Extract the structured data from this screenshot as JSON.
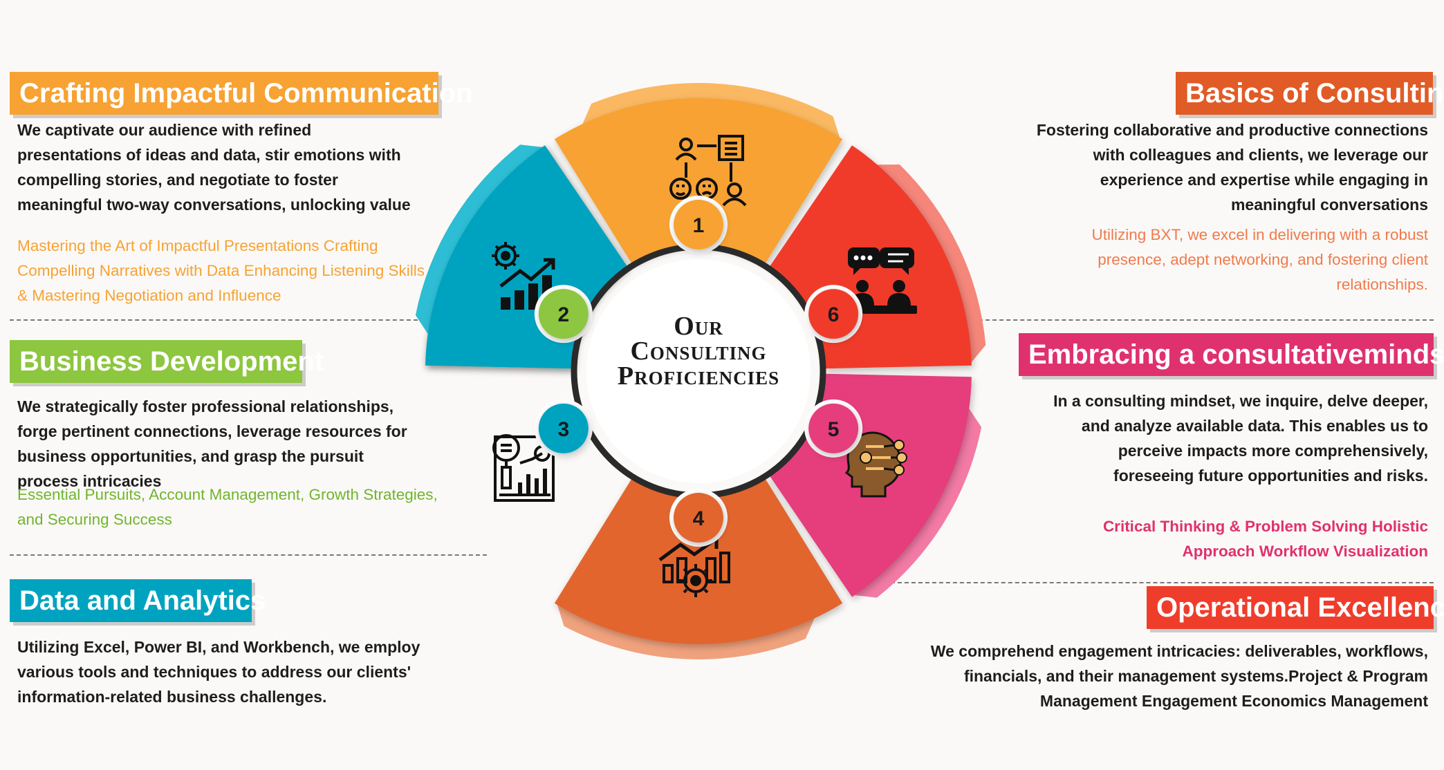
{
  "center_title": [
    "Our",
    "Consulting",
    "Proficiencies"
  ],
  "colors": {
    "orange": "#f7a233",
    "green": "#8dc63f",
    "teal": "#00a3bf",
    "burnt_orange": "#e2652d",
    "pink": "#e63e7b",
    "red": "#f13b2c",
    "dark_orange": "#e15b26",
    "magenta": "#e0316f",
    "bright_red": "#ef3d2c"
  },
  "segments": [
    {
      "number": "1",
      "icon": "workflow-people-icon"
    },
    {
      "number": "2",
      "icon": "growth-chart-gear-icon"
    },
    {
      "number": "3",
      "icon": "report-analysis-icon"
    },
    {
      "number": "4",
      "icon": "trend-gear-icon"
    },
    {
      "number": "5",
      "icon": "head-circuit-icon"
    },
    {
      "number": "6",
      "icon": "meeting-chat-icon"
    }
  ],
  "sections": {
    "crafting": {
      "heading": "Crafting Impactful Communication",
      "body": "We captivate our audience with refined presentations of ideas and data, stir emotions with compelling stories, and negotiate to foster meaningful two-way conversations, unlocking value",
      "sub": "Mastering the Art of Impactful Presentations Crafting Compelling Narratives with Data Enhancing Listening Skills & Mastering Negotiation and Influence"
    },
    "business": {
      "heading": "Business Development",
      "body": "We strategically foster professional relationships, forge pertinent connections, leverage resources for business opportunities, and grasp the pursuit process intricacies",
      "sub": "Essential Pursuits, Account Management, Growth Strategies, and Securing Success"
    },
    "data": {
      "heading": "Data and Analytics",
      "body": "Utilizing Excel, Power BI, and Workbench, we employ various tools and techniques to address our clients' information-related business challenges."
    },
    "basics": {
      "heading": "Basics of Consulting",
      "body": "Fostering collaborative and productive connections with colleagues and clients, we leverage our experience and expertise while engaging in meaningful conversations",
      "sub": "Utilizing BXT, we excel in delivering with a robust presence, adept networking, and fostering client relationships."
    },
    "mindset": {
      "heading": "Embracing a consultativemindset",
      "body": "In a consulting mindset, we inquire, delve deeper, and analyze available data. This enables us to perceive impacts more comprehensively, foreseeing future opportunities and risks.",
      "sub": "Critical Thinking & Problem Solving Holistic Approach Workflow Visualization"
    },
    "operational": {
      "heading": "Operational Excellence",
      "body": "We comprehend engagement intricacies: deliverables, workflows, financials, and their management systems.Project & Program Management Engagement Economics Management"
    }
  }
}
